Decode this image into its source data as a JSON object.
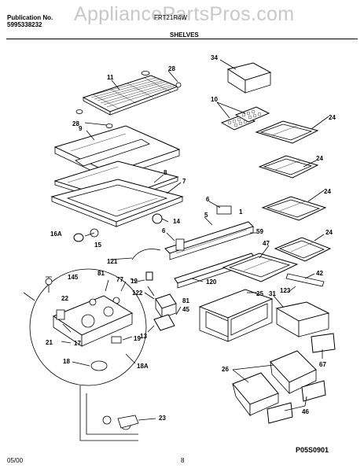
{
  "header": {
    "publication_label": "Publication No.",
    "publication_number": "5995338232",
    "model": "FRT21R4W",
    "section_title": "SHELVES"
  },
  "watermark": "AppliancePartsPros.com",
  "footer": {
    "date": "05/00",
    "page": "8",
    "diagram_code": "P05S0901"
  },
  "callouts": {
    "c34": "34",
    "c28a": "28",
    "c11": "11",
    "c10": "10",
    "c28b": "28",
    "c9": "9",
    "c24a": "24",
    "c24b": "24",
    "c8": "8",
    "c7": "7",
    "c6a": "6",
    "c24c": "24",
    "c5": "5",
    "c1": "1",
    "c14": "14",
    "c59": "59",
    "c24d": "24",
    "c6b": "6",
    "c16A": "16A",
    "c15": "15",
    "c47": "47",
    "c121": "121",
    "c145": "145",
    "c81a": "81",
    "c77": "77",
    "c42": "42",
    "c12": "12",
    "c120": "120",
    "c22": "22",
    "c122": "122",
    "c123": "123",
    "c81b": "81",
    "c25": "25",
    "c31": "31",
    "c45": "45",
    "c21": "21",
    "c17": "17",
    "c13": "13",
    "c19": "19",
    "c67": "67",
    "c18": "18",
    "c18A": "18A",
    "c26": "26",
    "c23": "23",
    "c46": "46"
  }
}
